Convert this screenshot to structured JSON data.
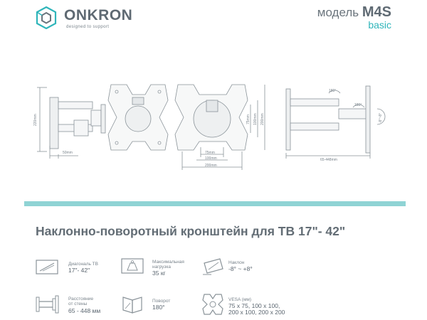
{
  "header": {
    "brand": "ONKRON",
    "tagline": "designed to support",
    "model_prefix": "модель",
    "model_code": "M4S",
    "model_sub": "basic"
  },
  "drawing_labels": {
    "side_height": "220mm",
    "side_depth": "50mm",
    "front_w1": "75mm",
    "front_w2": "100mm",
    "front_w3": "200mm",
    "front_h1": "75mm",
    "front_h2": "100mm",
    "front_h3": "200mm",
    "top_tilt": "180°",
    "top_swivel": "180°",
    "top_tilt_angle": "-8°~8°",
    "top_distance": "65-448mm"
  },
  "title": "Наклонно-поворотный кронштейн для ТВ 17\"- 42\"",
  "specs": [
    {
      "icon": "tv-diagonal-icon",
      "label": "Диагональ ТВ",
      "value": "17\"- 42\""
    },
    {
      "icon": "max-load-icon",
      "label": "Максимальная\nнагрузка",
      "value": "35 кг"
    },
    {
      "icon": "tilt-icon",
      "label": "Наклон",
      "value": "-8° ~ +8°"
    },
    {
      "icon": "wall-distance-icon",
      "label": "Расстояние\nот стены",
      "value": "65 - 448 мм"
    },
    {
      "icon": "swivel-icon",
      "label": "Поворот",
      "value": "180°"
    },
    {
      "icon": "vesa-icon",
      "label": "VESA (мм)",
      "value": "75 x 75, 100 x 100,\n200 x 100, 200 x 200"
    }
  ],
  "colors": {
    "accent": "#2fb5ba",
    "divider": "#8fd3d4",
    "text": "#5f6a73"
  }
}
